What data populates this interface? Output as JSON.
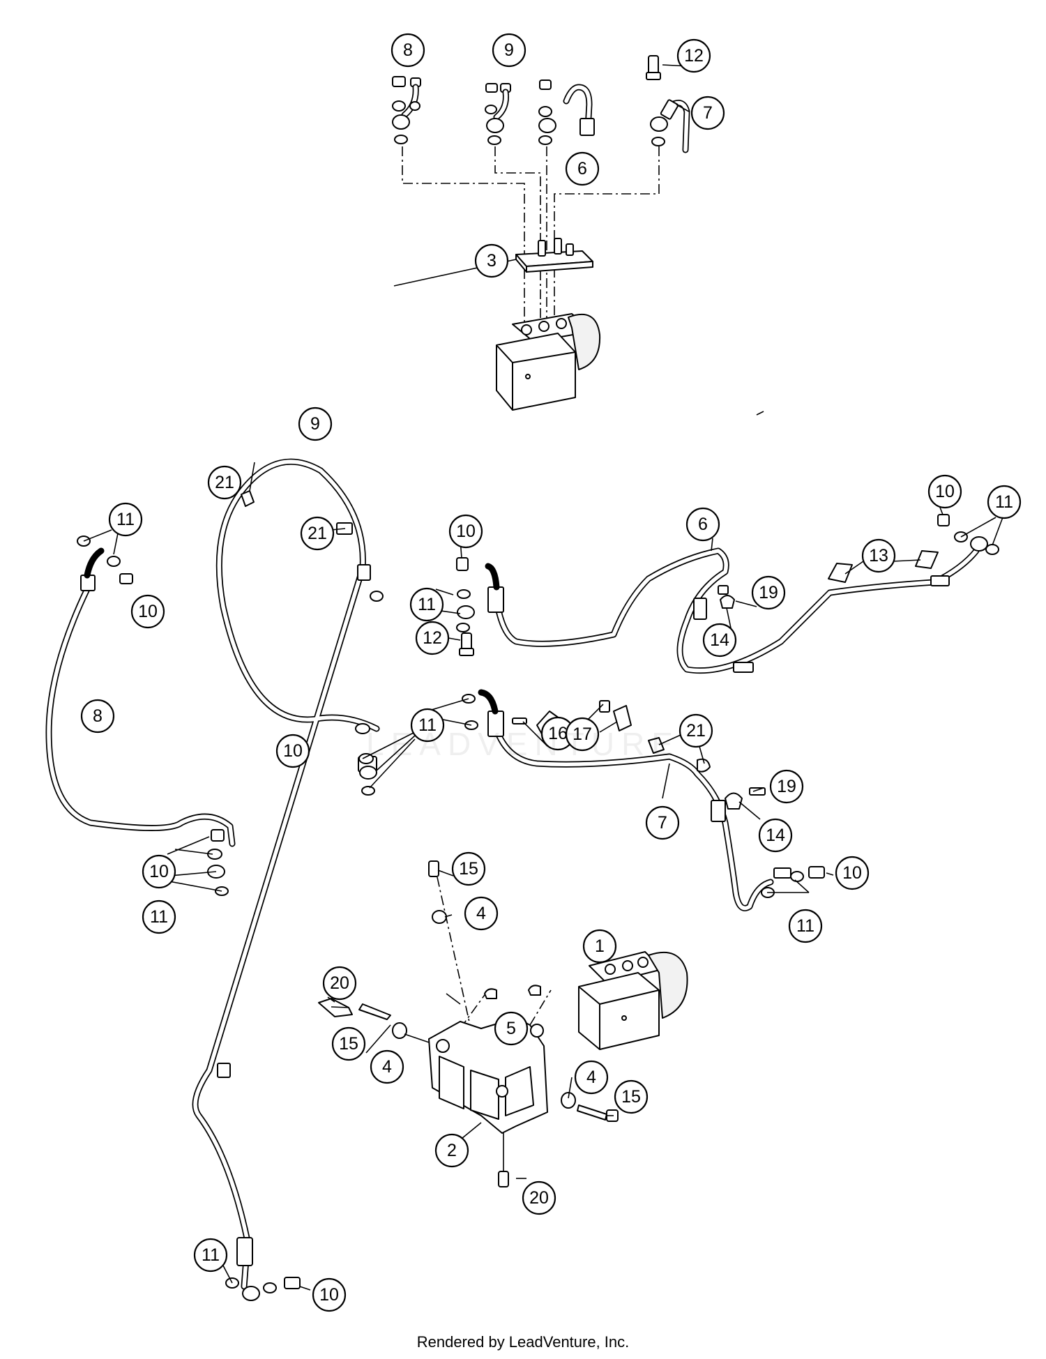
{
  "watermark": "LEADVENTURE",
  "footer": "Rendered by LeadVenture, Inc.",
  "callouts": [
    "1",
    "2",
    "3",
    "4",
    "5",
    "6",
    "7",
    "8",
    "9",
    "10",
    "11",
    "12",
    "13",
    "14",
    "15",
    "16",
    "17",
    "19",
    "20",
    "21"
  ]
}
